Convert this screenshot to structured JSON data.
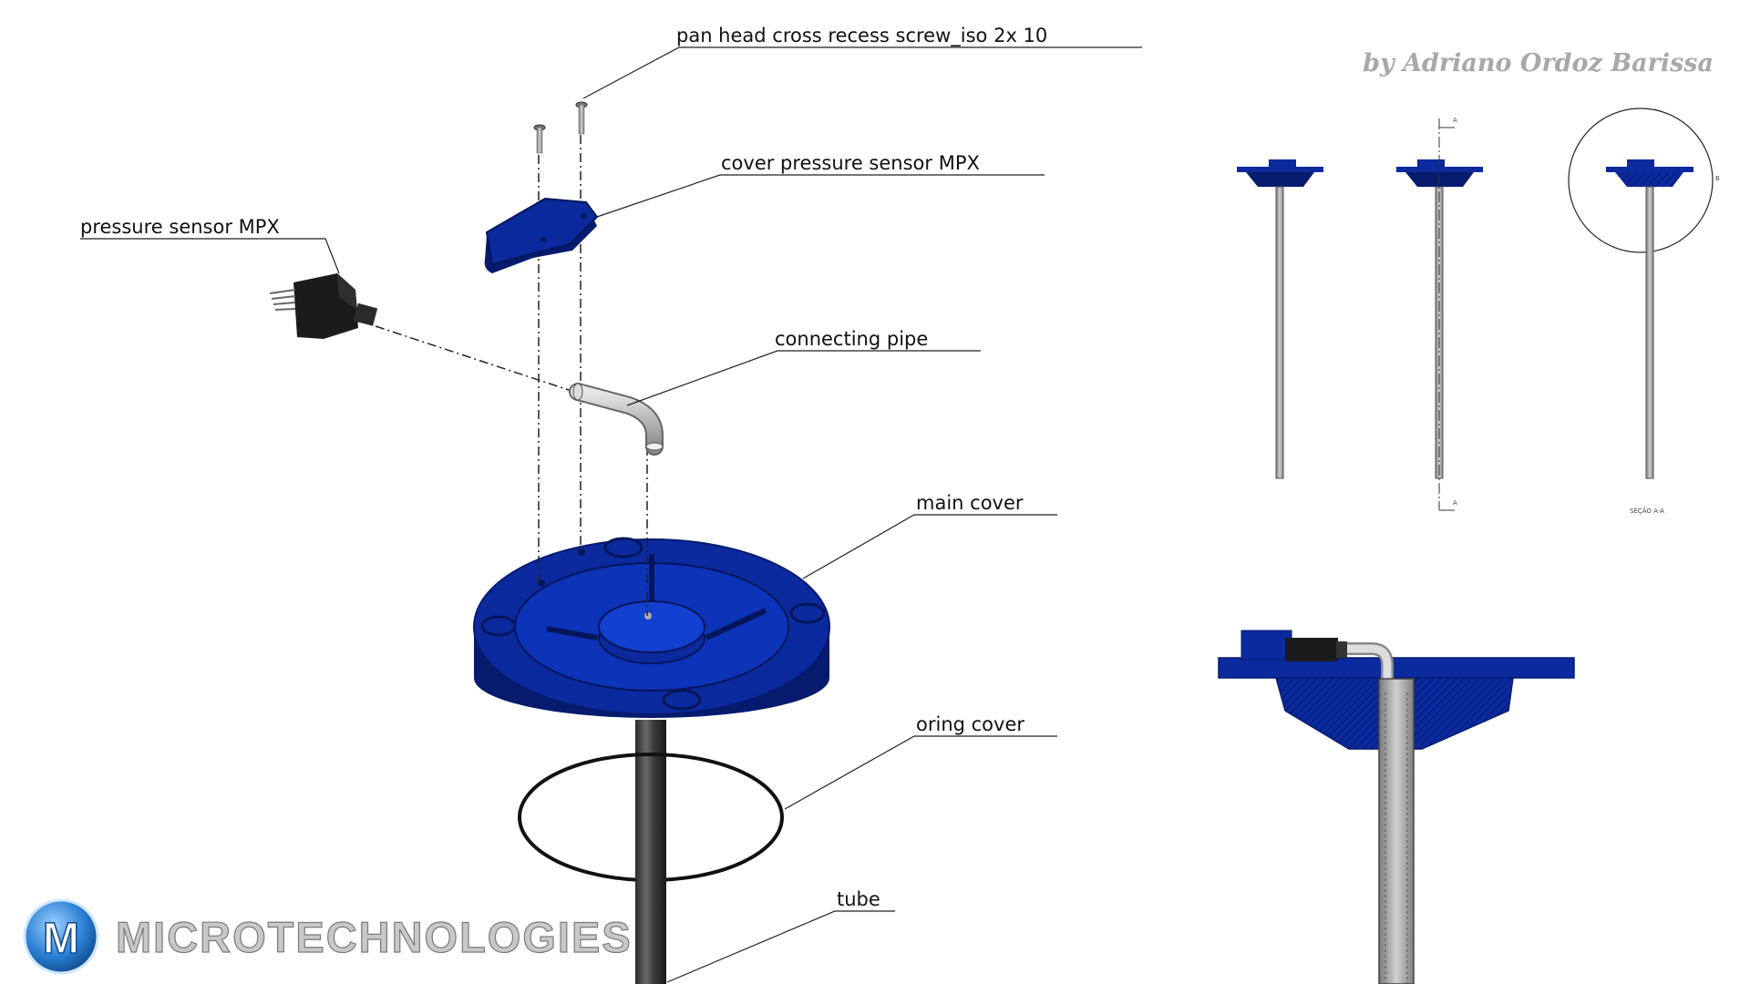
{
  "author": "by Adriano Ordoz Barissa",
  "brand": {
    "name": "MICROTECHNOLOGIES",
    "monogram": "M"
  },
  "labels": {
    "screw": "pan head cross recess screw_iso 2x 10",
    "cover_sensor": "cover pressure sensor MPX",
    "sensor": "pressure sensor MPX",
    "pipe": "connecting pipe",
    "main_cover": "main cover",
    "oring": "oring cover",
    "tube": "tube"
  },
  "drawing": {
    "section_marker": "A",
    "detail_marker": "B",
    "section_caption": "SEÇÃO A-A"
  },
  "colors": {
    "part_blue": "#0a2a9e",
    "part_blue_dark": "#061a6e",
    "metal": "#9a9a9a",
    "logo_blue": "#2a7fd4",
    "logo_gray": "#b8b8b8"
  }
}
